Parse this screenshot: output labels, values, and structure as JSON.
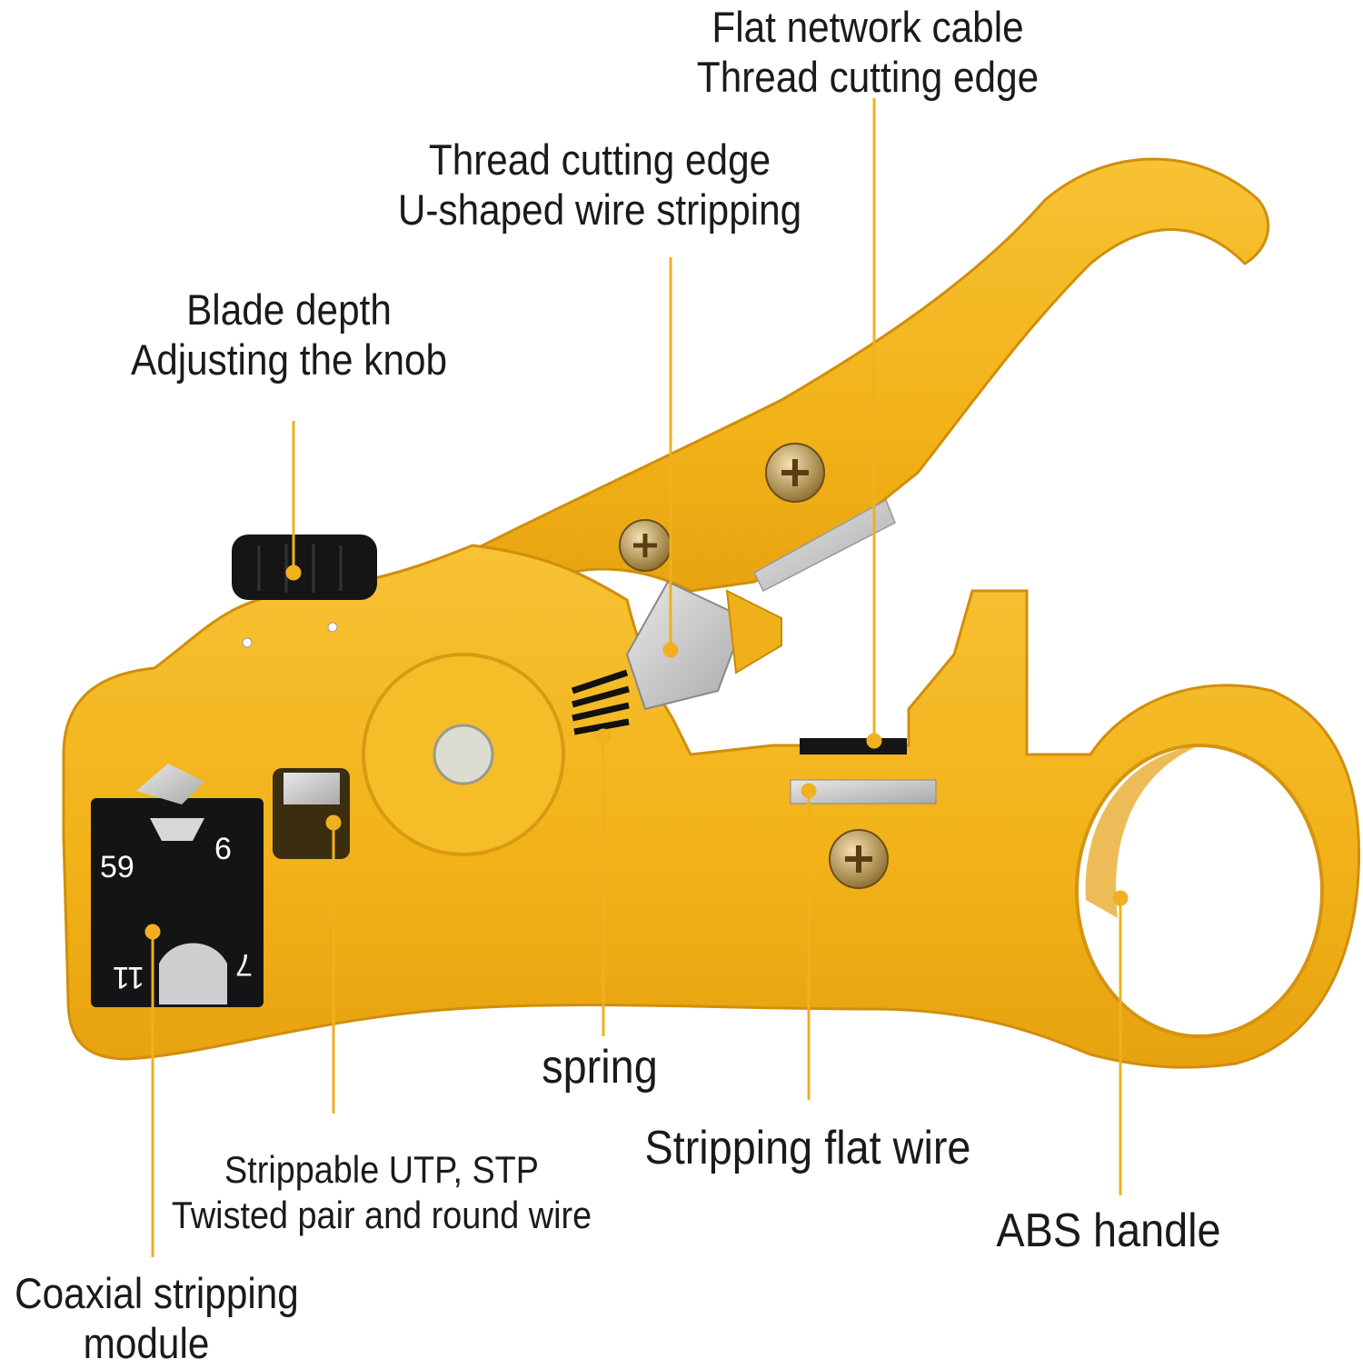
{
  "colors": {
    "body": "#f3b61a",
    "body_shadow": "#d9950c",
    "body_highlight": "#f8c93c",
    "leader": "#f0b020",
    "die": "#141414",
    "metal": "#c8c8c8"
  },
  "labels": {
    "flat_network": {
      "line1": "Flat network cable",
      "line2": "Thread cutting edge"
    },
    "thread_cutting": {
      "line1": "Thread cutting edge",
      "line2": "U-shaped wire stripping"
    },
    "blade_depth": {
      "line1": "Blade depth",
      "line2": "Adjusting the knob"
    },
    "spring": "spring",
    "stripping_flat": "Stripping flat wire",
    "strippable_utp": {
      "line1": "Strippable UTP, STP",
      "line2": "Twisted pair and round wire"
    },
    "abs_handle": "ABS handle",
    "coaxial": {
      "line1": "Coaxial stripping",
      "line2": "module"
    }
  },
  "die_numbers": [
    "59",
    "6",
    "11",
    "7"
  ]
}
